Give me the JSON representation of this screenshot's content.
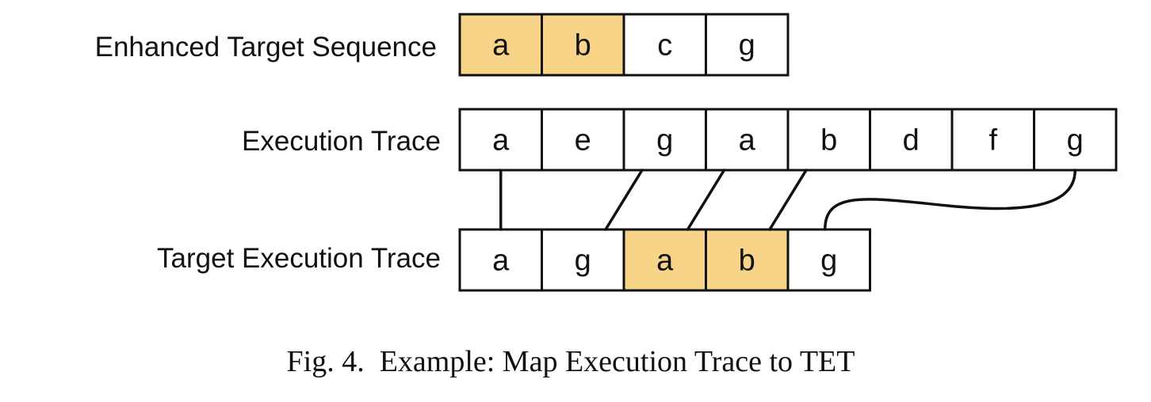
{
  "highlight_color": "#f8d488",
  "cell_fill": "#ffffff",
  "border_color": "#111111",
  "enhanced_target_sequence": {
    "label": "Enhanced Target Sequence",
    "cells": [
      {
        "text": "a",
        "highlight": true
      },
      {
        "text": "b",
        "highlight": true
      },
      {
        "text": "c",
        "highlight": false
      },
      {
        "text": "g",
        "highlight": false
      }
    ]
  },
  "execution_trace": {
    "label": "Execution Trace",
    "cells": [
      {
        "text": "a",
        "highlight": false
      },
      {
        "text": "e",
        "highlight": false
      },
      {
        "text": "g",
        "highlight": false
      },
      {
        "text": "a",
        "highlight": false
      },
      {
        "text": "b",
        "highlight": false
      },
      {
        "text": "d",
        "highlight": false
      },
      {
        "text": "f",
        "highlight": false
      },
      {
        "text": "g",
        "highlight": false
      }
    ]
  },
  "target_execution_trace": {
    "label": "Target Execution Trace",
    "cells": [
      {
        "text": "a",
        "highlight": false
      },
      {
        "text": "g",
        "highlight": false
      },
      {
        "text": "a",
        "highlight": true
      },
      {
        "text": "b",
        "highlight": true
      },
      {
        "text": "g",
        "highlight": false
      }
    ]
  },
  "mappings": [
    {
      "from_index": 0,
      "to_index": 0
    },
    {
      "from_index": 2,
      "to_index": 1
    },
    {
      "from_index": 3,
      "to_index": 2
    },
    {
      "from_index": 4,
      "to_index": 3
    },
    {
      "from_index": 7,
      "to_index": 4
    }
  ],
  "caption": "Fig. 4.  Example: Map Execution Trace to TET"
}
